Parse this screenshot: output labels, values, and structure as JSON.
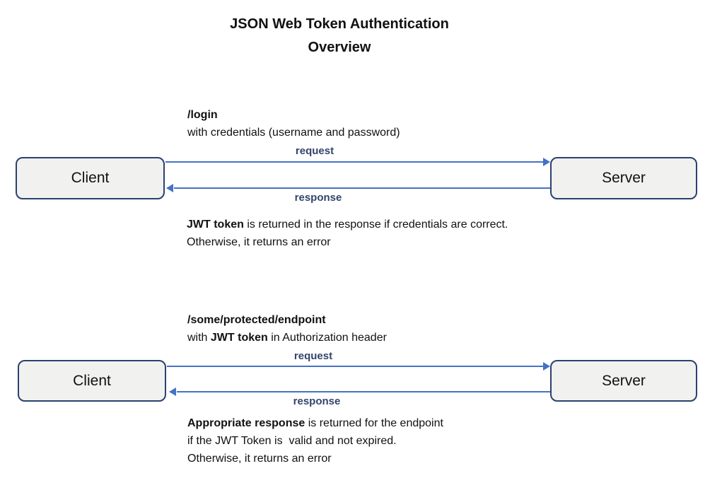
{
  "title": {
    "line1": "JSON Web Token Authentication",
    "line2": "Overview"
  },
  "colors": {
    "arrow": "#4472c4",
    "box_border": "#2b4170",
    "box_fill": "#f1f1f0",
    "label": "#33456b",
    "text": "#111111"
  },
  "sections": [
    {
      "top_lines": [
        [
          {
            "text": "/login",
            "bold": true
          }
        ],
        [
          {
            "text": "with credentials (username and password)",
            "bold": false
          }
        ]
      ],
      "client_label": "Client",
      "server_label": "Server",
      "request_label": "request",
      "response_label": "response",
      "bottom_lines": [
        [
          {
            "text": "JWT token",
            "bold": true
          },
          {
            "text": " is returned in the response if credentials are correct.",
            "bold": false
          }
        ],
        [
          {
            "text": "Otherwise, it returns an error",
            "bold": false
          }
        ]
      ]
    },
    {
      "top_lines": [
        [
          {
            "text": "/some/protected/endpoint",
            "bold": true
          }
        ],
        [
          {
            "text": "with ",
            "bold": false
          },
          {
            "text": "JWT token",
            "bold": true
          },
          {
            "text": " in Authorization header",
            "bold": false
          }
        ]
      ],
      "client_label": "Client",
      "server_label": "Server",
      "request_label": "request",
      "response_label": "response",
      "bottom_lines": [
        [
          {
            "text": "Appropriate response",
            "bold": true
          },
          {
            "text": " is returned for the endpoint",
            "bold": false
          }
        ],
        [
          {
            "text": "if the JWT Token is  valid and not expired.",
            "bold": false
          }
        ],
        [
          {
            "text": "Otherwise, it returns an error",
            "bold": false
          }
        ]
      ]
    }
  ]
}
